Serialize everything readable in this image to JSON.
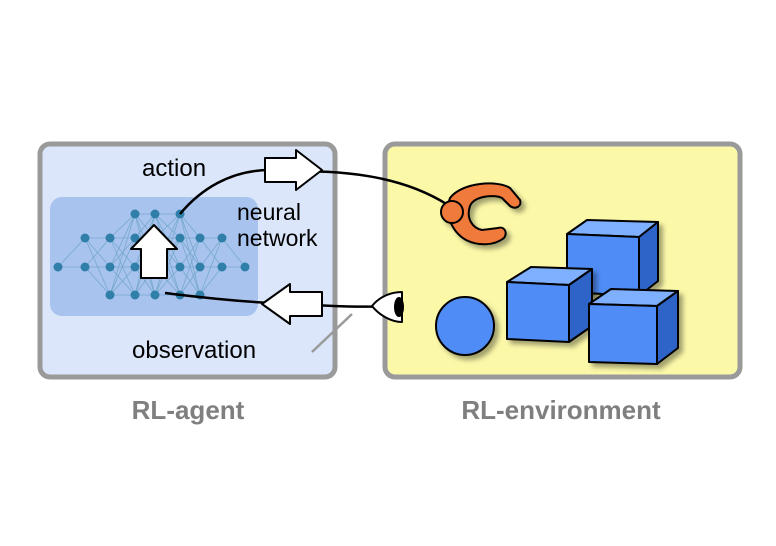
{
  "agent": {
    "caption": "RL-agent",
    "action_label": "action",
    "network_label_line1": "neural",
    "network_label_line2": "network",
    "observation_label": "observation"
  },
  "environment": {
    "caption": "RL-environment"
  },
  "colors": {
    "agent_fill": "#dbe6fa",
    "network_fill": "#a9c3ef",
    "environment_fill": "#fbf8a8",
    "frame_border": "#9a9a9a",
    "node": "#2f7fa8",
    "gripper": "#f07a3a",
    "cube": "#4f8cf5",
    "ball": "#4f8cf5"
  },
  "icons": [
    "robot-gripper-icon",
    "eye-icon",
    "ball-icon",
    "cube-icon",
    "arrow-icon"
  ]
}
